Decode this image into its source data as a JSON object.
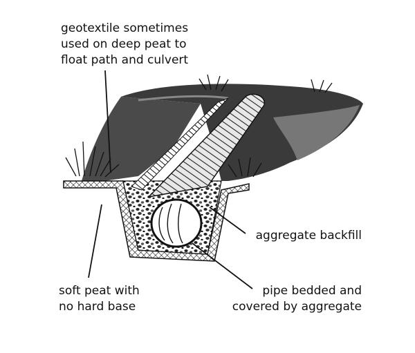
{
  "labels": {
    "geotextile": [
      "geotextile sometimes",
      "used on deep peat to",
      "float path and culvert"
    ],
    "aggregate_backfill": [
      "aggregate backfill"
    ],
    "soft_peat": [
      "soft peat with",
      "no hard base"
    ],
    "pipe_bedded": [
      "pipe bedded and",
      "covered by aggregate"
    ]
  },
  "colors": {
    "ink": "#111111",
    "peat_dark": "#3a3a3a",
    "peat_mid": "#6b6b6b",
    "paper": "#ffffff"
  }
}
